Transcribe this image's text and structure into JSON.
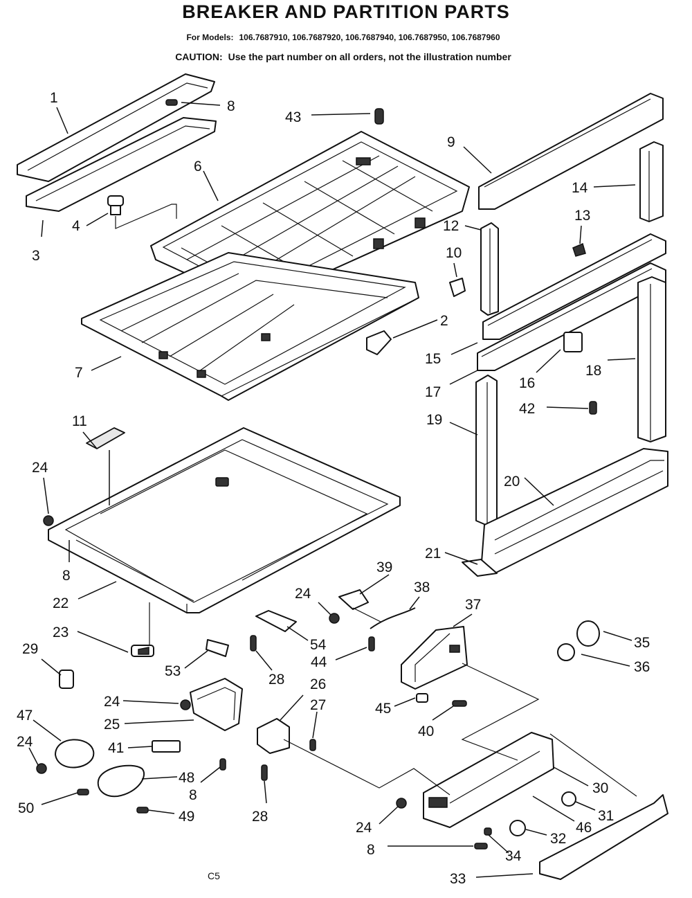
{
  "header": {
    "title": "BREAKER AND PARTITION PARTS",
    "models_label": "For Models:",
    "models": "106.7687910, 106.7687920, 106.7687940, 106.7687950, 106.7687960",
    "caution_label": "CAUTION:",
    "caution_text": "Use the part number on all orders, not the illustration number"
  },
  "footer": {
    "page_code": "C5"
  },
  "callouts": [
    {
      "id": "c1",
      "label": "1"
    },
    {
      "id": "c8a",
      "label": "8"
    },
    {
      "id": "c43",
      "label": "43"
    },
    {
      "id": "c9",
      "label": "9"
    },
    {
      "id": "c6",
      "label": "6"
    },
    {
      "id": "c14",
      "label": "14"
    },
    {
      "id": "c4",
      "label": "4"
    },
    {
      "id": "c13",
      "label": "13"
    },
    {
      "id": "c12",
      "label": "12"
    },
    {
      "id": "c3",
      "label": "3"
    },
    {
      "id": "c10",
      "label": "10"
    },
    {
      "id": "c2",
      "label": "2"
    },
    {
      "id": "c15",
      "label": "15"
    },
    {
      "id": "c7",
      "label": "7"
    },
    {
      "id": "c18",
      "label": "18"
    },
    {
      "id": "c16",
      "label": "16"
    },
    {
      "id": "c17",
      "label": "17"
    },
    {
      "id": "c42",
      "label": "42"
    },
    {
      "id": "c11",
      "label": "11"
    },
    {
      "id": "c19",
      "label": "19"
    },
    {
      "id": "c24a",
      "label": "24"
    },
    {
      "id": "c20",
      "label": "20"
    },
    {
      "id": "c21",
      "label": "21"
    },
    {
      "id": "c8b",
      "label": "8"
    },
    {
      "id": "c39",
      "label": "39"
    },
    {
      "id": "c22",
      "label": "22"
    },
    {
      "id": "c24b",
      "label": "24"
    },
    {
      "id": "c38",
      "label": "38"
    },
    {
      "id": "c37",
      "label": "37"
    },
    {
      "id": "c23",
      "label": "23"
    },
    {
      "id": "c54",
      "label": "54"
    },
    {
      "id": "c35",
      "label": "35"
    },
    {
      "id": "c29",
      "label": "29"
    },
    {
      "id": "c44",
      "label": "44"
    },
    {
      "id": "c36",
      "label": "36"
    },
    {
      "id": "c53",
      "label": "53"
    },
    {
      "id": "c28a",
      "label": "28"
    },
    {
      "id": "c26",
      "label": "26"
    },
    {
      "id": "c24c",
      "label": "24"
    },
    {
      "id": "c27",
      "label": "27"
    },
    {
      "id": "c45",
      "label": "45"
    },
    {
      "id": "c25",
      "label": "25"
    },
    {
      "id": "c40",
      "label": "40"
    },
    {
      "id": "c47",
      "label": "47"
    },
    {
      "id": "c41",
      "label": "41"
    },
    {
      "id": "c24d",
      "label": "24"
    },
    {
      "id": "c30",
      "label": "30"
    },
    {
      "id": "c48",
      "label": "48"
    },
    {
      "id": "c8c",
      "label": "8"
    },
    {
      "id": "c31",
      "label": "31"
    },
    {
      "id": "c50",
      "label": "50"
    },
    {
      "id": "c49",
      "label": "49"
    },
    {
      "id": "c28b",
      "label": "28"
    },
    {
      "id": "c46",
      "label": "46"
    },
    {
      "id": "c24e",
      "label": "24"
    },
    {
      "id": "c32",
      "label": "32"
    },
    {
      "id": "c8d",
      "label": "8"
    },
    {
      "id": "c34",
      "label": "34"
    },
    {
      "id": "c33",
      "label": "33"
    }
  ]
}
